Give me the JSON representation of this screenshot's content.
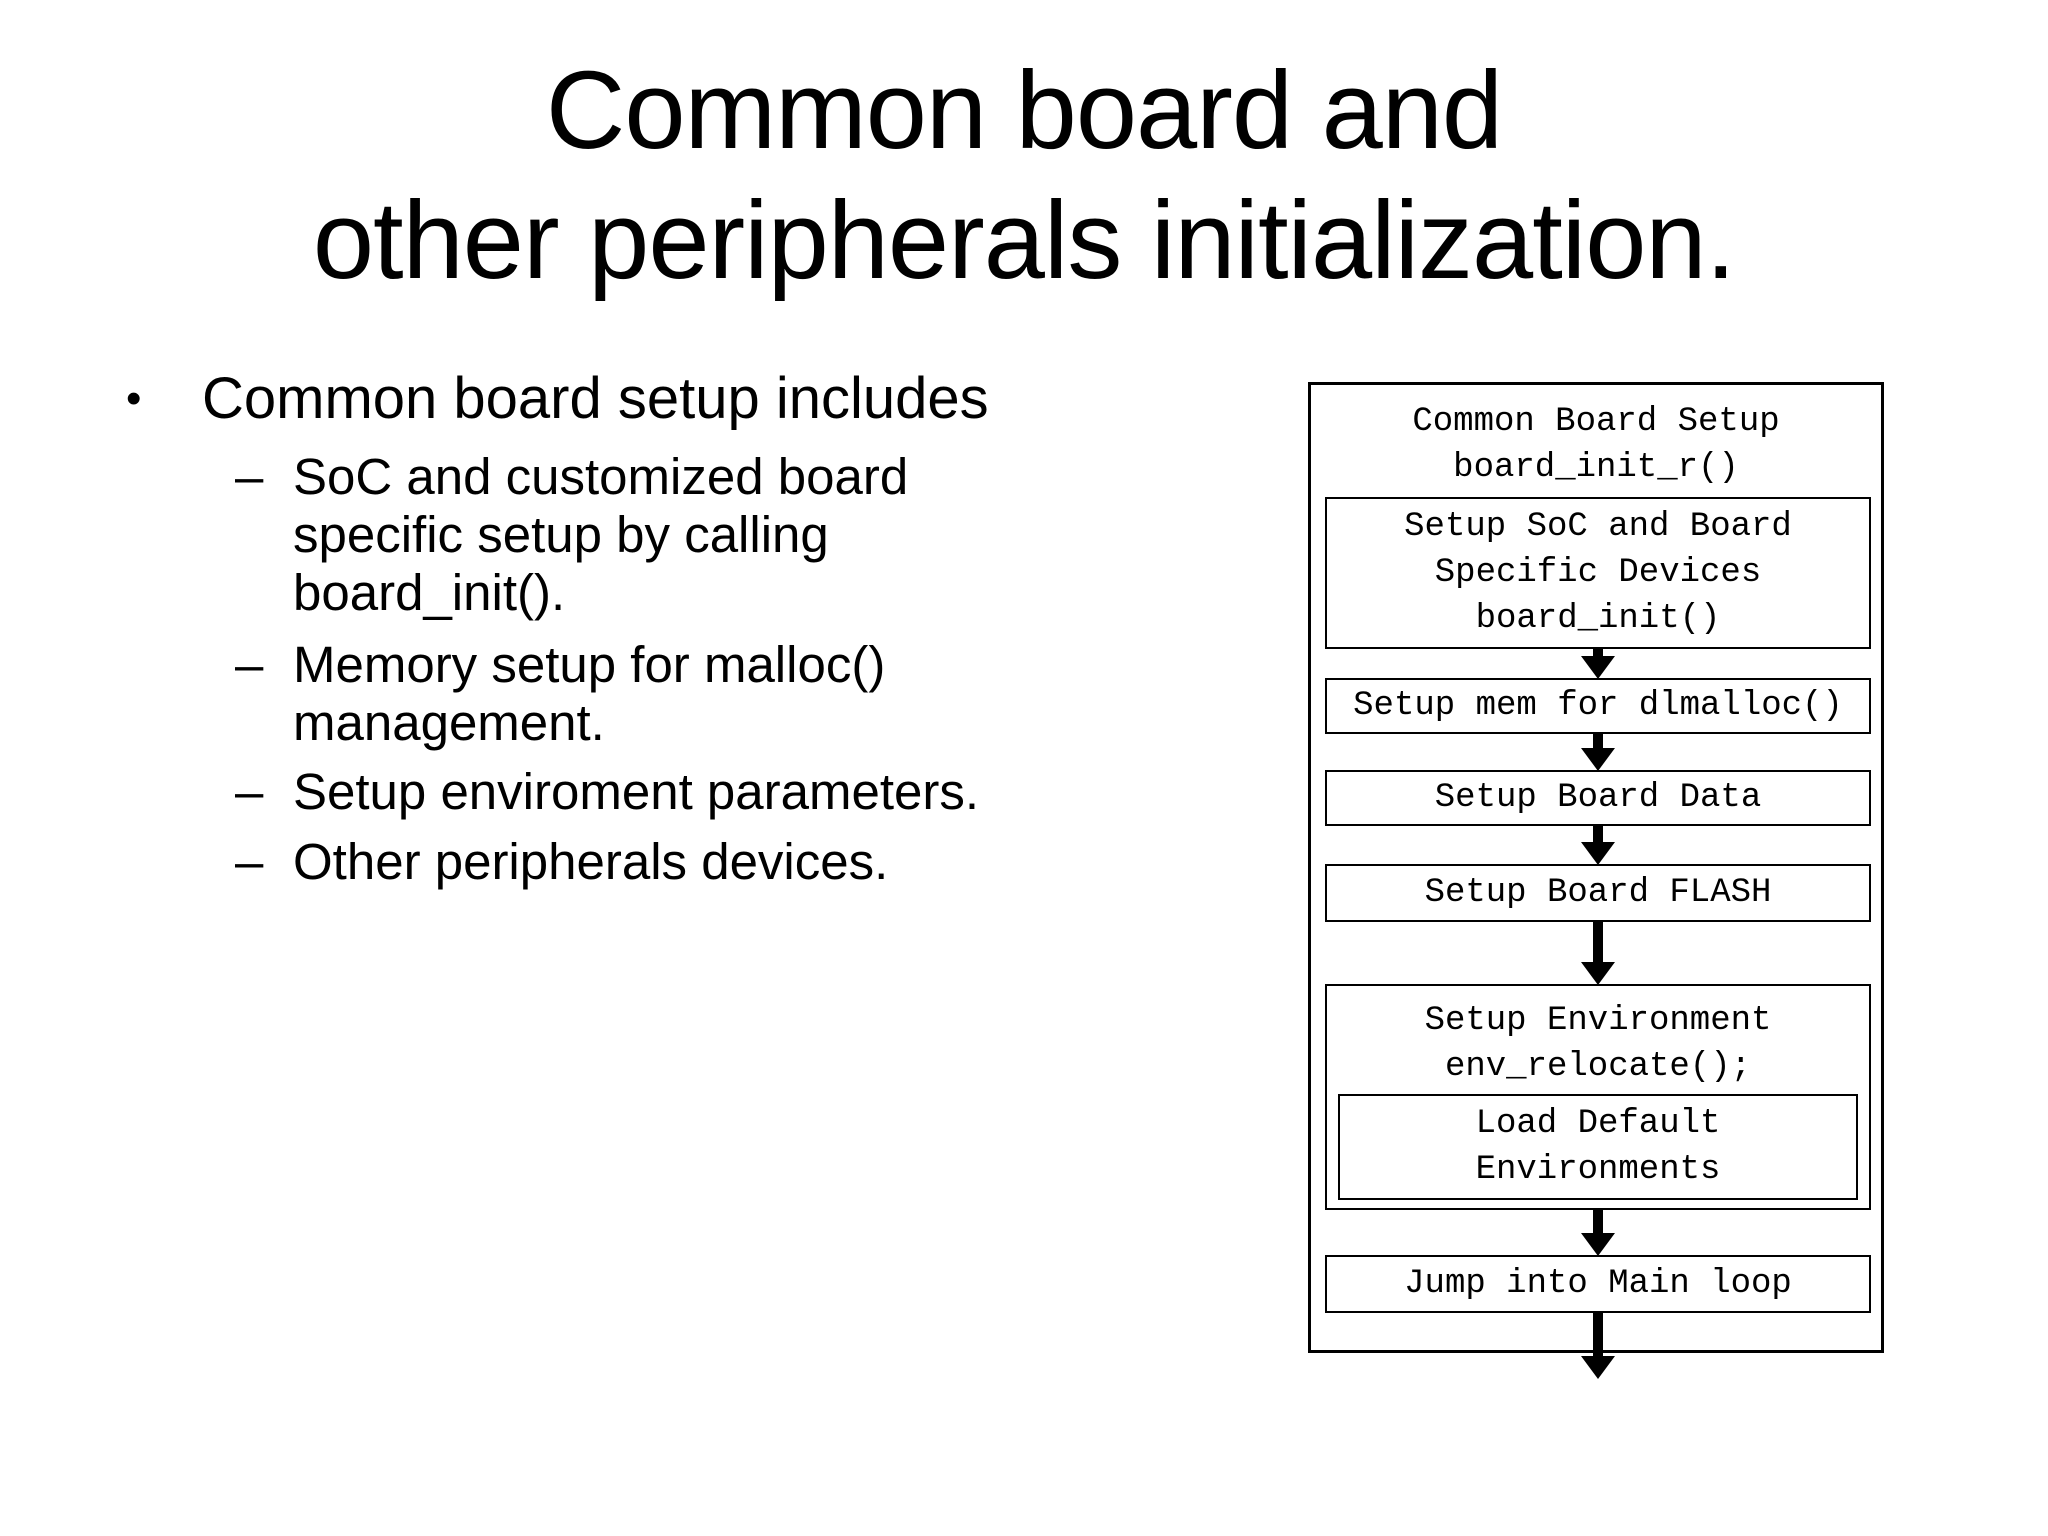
{
  "slide": {
    "background_color": "#ffffff",
    "text_color": "#000000"
  },
  "title": {
    "line1": "Common board and",
    "line2": "other peripherals initialization."
  },
  "bullets": {
    "marker": "•",
    "sub_marker": "–",
    "main": "Common board setup includes",
    "sub": [
      {
        "lines": [
          "SoC and customized board",
          "specific setup by calling",
          "board_init()."
        ]
      },
      {
        "lines": [
          "Memory setup for malloc()",
          "management."
        ]
      },
      {
        "lines": [
          "Setup enviroment parameters."
        ]
      },
      {
        "lines": [
          "Other peripherals devices."
        ]
      }
    ]
  },
  "flowchart": {
    "border_color": "#000000",
    "header": {
      "lines": [
        "Common Board Setup",
        "board_init_r()"
      ]
    },
    "steps": [
      {
        "id": "setup-soc-board",
        "lines": [
          "Setup SoC and Board",
          "Specific Devices",
          "board_init()"
        ]
      },
      {
        "id": "setup-mem-dlmalloc",
        "lines": [
          "Setup mem for dlmalloc()"
        ]
      },
      {
        "id": "setup-board-data",
        "lines": [
          "Setup Board Data"
        ]
      },
      {
        "id": "setup-board-flash",
        "lines": [
          "Setup Board FLASH"
        ]
      },
      {
        "id": "setup-environment",
        "lines": [
          "Setup Environment",
          "env_relocate();"
        ],
        "nested": {
          "lines": [
            "Load Default",
            "Environments"
          ]
        }
      },
      {
        "id": "jump-main-loop",
        "lines": [
          "Jump into Main loop"
        ]
      }
    ]
  }
}
